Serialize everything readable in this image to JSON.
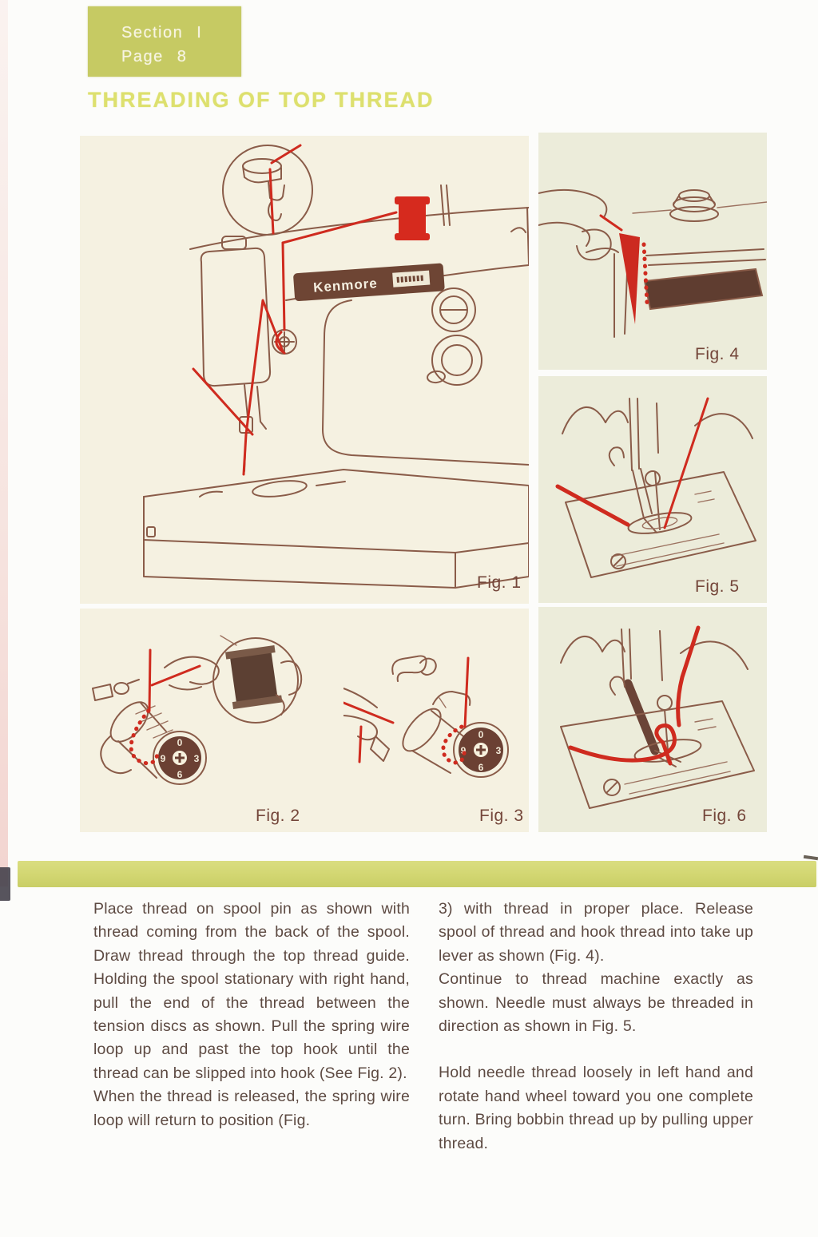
{
  "page": {
    "section_line1": "Section I",
    "section_line2": "Page 8",
    "title": "THREADING OF TOP THREAD"
  },
  "figures": {
    "brand": "Kenmore",
    "fig1_label": "Fig. 1",
    "fig2_label": "Fig. 2",
    "fig3_label": "Fig. 3",
    "fig4_label": "Fig. 4",
    "fig5_label": "Fig. 5",
    "fig6_label": "Fig. 6",
    "dial": [
      "0",
      "3",
      "6",
      "9"
    ]
  },
  "body": {
    "left_column": [
      "Place thread on spool pin as shown with thread coming from the back of the spool.  Draw thread through the top thread guide.  Holding the spool stationary with right hand, pull the end of the thread between the tension discs as shown.  Pull the spring wire loop up and past the top hook until the thread can be slipped into hook (See Fig. 2).",
      "When the thread is released, the spring wire loop will return to position (Fig."
    ],
    "right_column": [
      "3) with thread in proper place. Release spool of thread and hook thread into take up lever as shown (Fig. 4).",
      "Continue to thread machine exactly as shown.  Needle must always be threaded in direction as shown in Fig. 5.",
      "Hold needle thread loosely in left hand and rotate hand wheel toward you one complete turn.  Bring bobbin thread up by pulling upper thread."
    ]
  },
  "colors": {
    "badge_green": "#c6ca63",
    "title_green": "#dde06e",
    "divider_green": "#d2d671",
    "thread_red": "#cf2b1f",
    "ink_sepia": "#8a5c49",
    "text_brown": "#5d4a42"
  }
}
